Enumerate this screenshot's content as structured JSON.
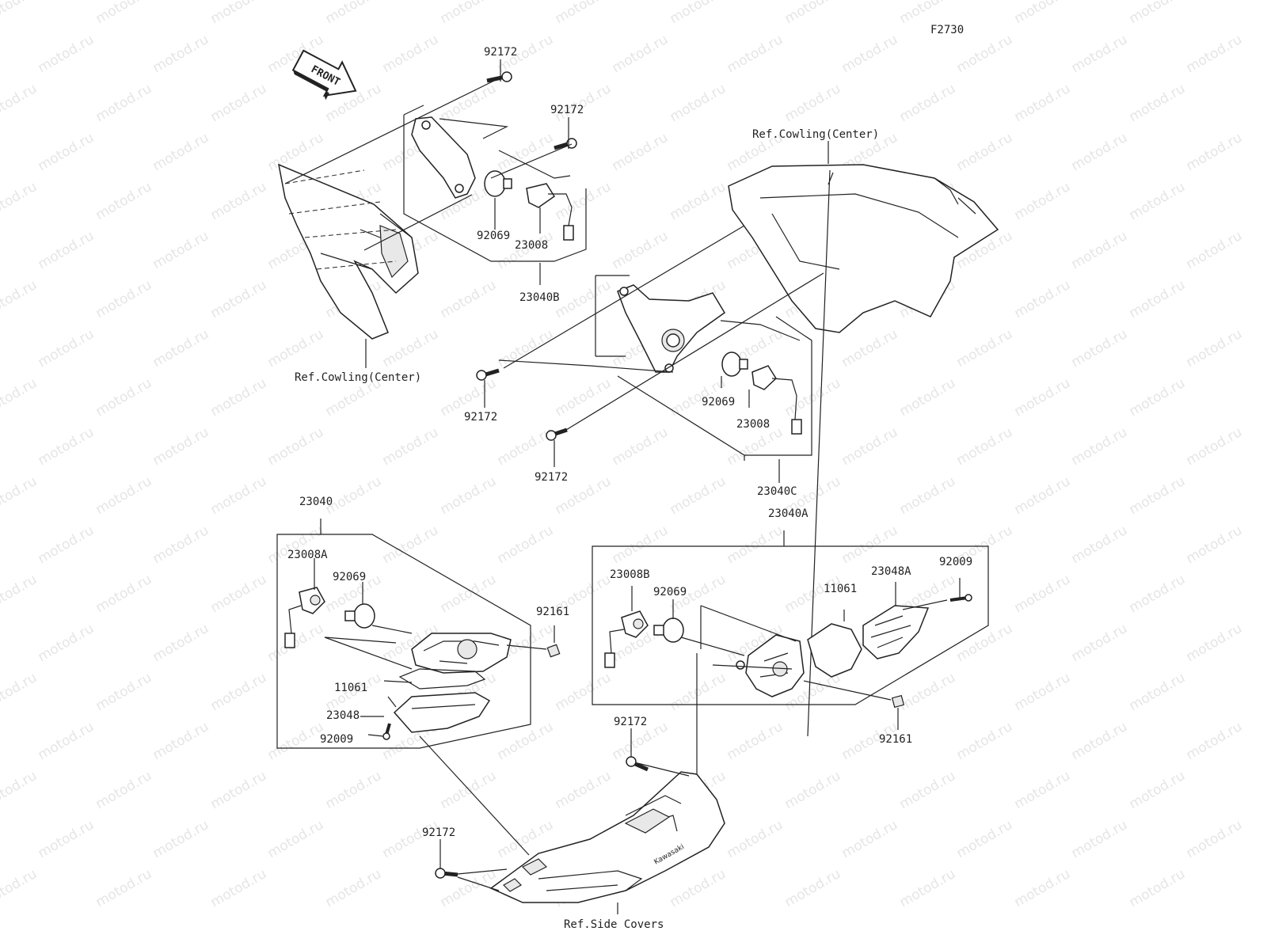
{
  "figure_code": "F2730",
  "front_arrow": "FRONT",
  "watermark": "motod.ru",
  "labels": {
    "ref_cowling_center_top": "Ref.Cowling(Center)",
    "ref_cowling_center_left": "Ref.Cowling(Center)",
    "ref_side_covers": "Ref.Side Covers",
    "p92172_a": "92172",
    "p92172_b": "92172",
    "p92069_a": "92069",
    "p23008_a": "23008",
    "p23040B": "23040B",
    "p92172_c": "92172",
    "p92069_b": "92069",
    "p23008_b": "23008",
    "p92172_d": "92172",
    "p23040C": "23040C",
    "p23040": "23040",
    "p23008A": "23008A",
    "p92069_c": "92069",
    "p92161_a": "92161",
    "p11061_a": "11061",
    "p23048": "23048",
    "p92009_a": "92009",
    "p23040A": "23040A",
    "p23008B": "23008B",
    "p92069_d": "92069",
    "p11061_b": "11061",
    "p23048A": "23048A",
    "p92009_b": "92009",
    "p92161_b": "92161",
    "p92172_e": "92172",
    "p92172_f": "92172"
  }
}
